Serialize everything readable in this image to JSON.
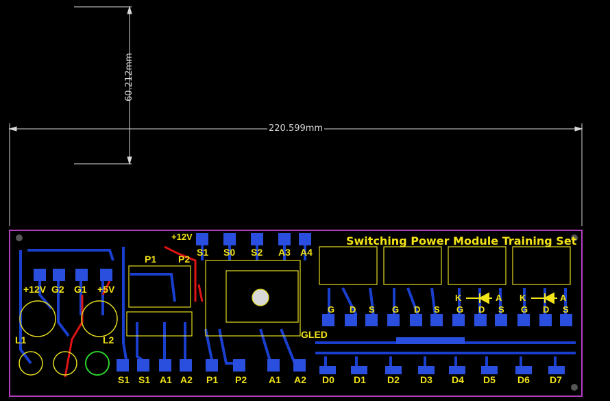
{
  "dimensions": {
    "width_label": "220.599mm",
    "height_label": "60.212mm"
  },
  "board": {
    "title": "Switching Power Module Training Set",
    "power_labels": [
      "+12V",
      "G2",
      "G1",
      "+5V"
    ],
    "inductors": [
      "L1",
      "L2"
    ],
    "probes": [
      "P1",
      "P2"
    ],
    "probe_rail": "+12V",
    "top_switch_row": [
      "S1",
      "S0",
      "S2",
      "A3",
      "A4"
    ],
    "bottom_left_row": [
      "S1",
      "S1",
      "A1",
      "A2"
    ],
    "bottom_mid_row": [
      "P1",
      "P2",
      "A1",
      "A2"
    ],
    "gled": "GLED",
    "led_row": [
      "D0",
      "D1",
      "D2",
      "D3",
      "D4",
      "D5",
      "D6",
      "D7"
    ],
    "mosfet_pins": [
      "G",
      "D",
      "S"
    ],
    "diode_pins": [
      "K",
      "A"
    ]
  },
  "colors": {
    "background": "#000000",
    "board_outline": "#b23fbf",
    "copper_top": "#1a3fcf",
    "copper_bottom": "#e01414",
    "silkscreen": "#f2e318",
    "pad": "#b8bcc2"
  }
}
